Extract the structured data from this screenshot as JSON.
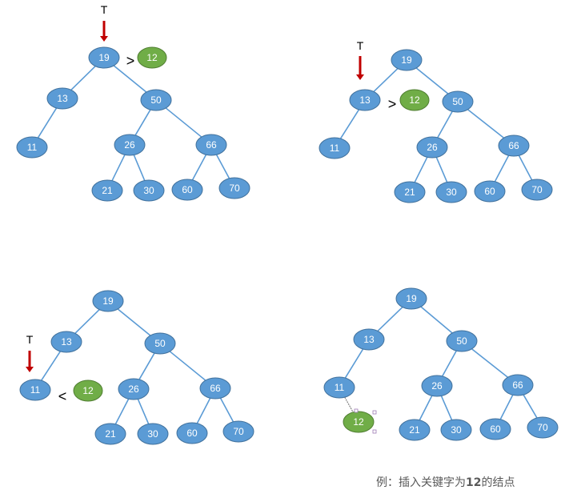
{
  "colors": {
    "node_fill": "#5B9BD5",
    "node_stroke": "#41719C",
    "edge": "#5B9BD5",
    "inserted_fill": "#70AD47",
    "inserted_stroke": "#507E32",
    "arrow": "#C00000",
    "caption": "#595959"
  },
  "caption": {
    "prefix": "例：插入关键字为",
    "key": "12",
    "suffix": "的结点"
  },
  "panels": [
    {
      "id": "step-1",
      "nodes": [
        {
          "id": "n19",
          "label": "19"
        },
        {
          "id": "n13",
          "label": "13"
        },
        {
          "id": "n50",
          "label": "50"
        },
        {
          "id": "n11",
          "label": "11"
        },
        {
          "id": "n26",
          "label": "26"
        },
        {
          "id": "n66",
          "label": "66"
        },
        {
          "id": "n21",
          "label": "21"
        },
        {
          "id": "n30",
          "label": "30"
        },
        {
          "id": "n60",
          "label": "60"
        },
        {
          "id": "n70",
          "label": "70"
        }
      ],
      "edges": [
        [
          "n19",
          "n13"
        ],
        [
          "n19",
          "n50"
        ],
        [
          "n13",
          "n11"
        ],
        [
          "n50",
          "n26"
        ],
        [
          "n50",
          "n66"
        ],
        [
          "n26",
          "n21"
        ],
        [
          "n26",
          "n30"
        ],
        [
          "n66",
          "n60"
        ],
        [
          "n66",
          "n70"
        ]
      ],
      "pointer": {
        "label": "T",
        "target": "n19"
      },
      "insert": {
        "label": "12",
        "comparison": ">"
      }
    },
    {
      "id": "step-2",
      "nodes": [
        {
          "id": "n19",
          "label": "19"
        },
        {
          "id": "n13",
          "label": "13"
        },
        {
          "id": "n50",
          "label": "50"
        },
        {
          "id": "n11",
          "label": "11"
        },
        {
          "id": "n26",
          "label": "26"
        },
        {
          "id": "n66",
          "label": "66"
        },
        {
          "id": "n21",
          "label": "21"
        },
        {
          "id": "n30",
          "label": "30"
        },
        {
          "id": "n60",
          "label": "60"
        },
        {
          "id": "n70",
          "label": "70"
        }
      ],
      "edges": [
        [
          "n19",
          "n13"
        ],
        [
          "n19",
          "n50"
        ],
        [
          "n13",
          "n11"
        ],
        [
          "n50",
          "n26"
        ],
        [
          "n50",
          "n66"
        ],
        [
          "n26",
          "n21"
        ],
        [
          "n26",
          "n30"
        ],
        [
          "n66",
          "n60"
        ],
        [
          "n66",
          "n70"
        ]
      ],
      "pointer": {
        "label": "T",
        "target": "n13"
      },
      "insert": {
        "label": "12",
        "comparison": ">"
      }
    },
    {
      "id": "step-3",
      "nodes": [
        {
          "id": "n19",
          "label": "19"
        },
        {
          "id": "n13",
          "label": "13"
        },
        {
          "id": "n50",
          "label": "50"
        },
        {
          "id": "n11",
          "label": "11"
        },
        {
          "id": "n26",
          "label": "26"
        },
        {
          "id": "n66",
          "label": "66"
        },
        {
          "id": "n21",
          "label": "21"
        },
        {
          "id": "n30",
          "label": "30"
        },
        {
          "id": "n60",
          "label": "60"
        },
        {
          "id": "n70",
          "label": "70"
        }
      ],
      "edges": [
        [
          "n19",
          "n13"
        ],
        [
          "n19",
          "n50"
        ],
        [
          "n13",
          "n11"
        ],
        [
          "n50",
          "n26"
        ],
        [
          "n50",
          "n66"
        ],
        [
          "n26",
          "n21"
        ],
        [
          "n26",
          "n30"
        ],
        [
          "n66",
          "n60"
        ],
        [
          "n66",
          "n70"
        ]
      ],
      "pointer": {
        "label": "T",
        "target": "n11"
      },
      "insert": {
        "label": "12",
        "comparison": "<"
      }
    },
    {
      "id": "step-4",
      "nodes": [
        {
          "id": "n19",
          "label": "19"
        },
        {
          "id": "n13",
          "label": "13"
        },
        {
          "id": "n50",
          "label": "50"
        },
        {
          "id": "n11",
          "label": "11"
        },
        {
          "id": "n26",
          "label": "26"
        },
        {
          "id": "n66",
          "label": "66"
        },
        {
          "id": "n21",
          "label": "21"
        },
        {
          "id": "n30",
          "label": "30"
        },
        {
          "id": "n60",
          "label": "60"
        },
        {
          "id": "n70",
          "label": "70"
        },
        {
          "id": "n12",
          "label": "12",
          "inserted": true
        }
      ],
      "edges": [
        [
          "n19",
          "n13"
        ],
        [
          "n19",
          "n50"
        ],
        [
          "n13",
          "n11"
        ],
        [
          "n50",
          "n26"
        ],
        [
          "n50",
          "n66"
        ],
        [
          "n26",
          "n21"
        ],
        [
          "n26",
          "n30"
        ],
        [
          "n66",
          "n60"
        ],
        [
          "n66",
          "n70"
        ],
        [
          "n11",
          "n12"
        ]
      ]
    }
  ]
}
